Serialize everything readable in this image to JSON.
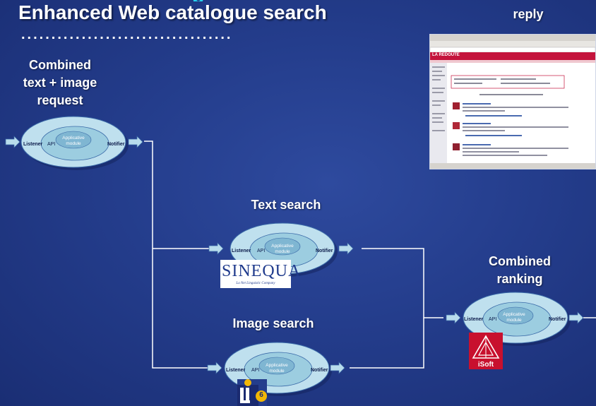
{
  "slide": {
    "title": "Enhanced Web catalogue search",
    "dots": "...................................",
    "reply_label": "reply"
  },
  "steps": {
    "request_line1": "Combined",
    "request_line2": "text + image",
    "request_line3": "request",
    "text_search": "Text search",
    "image_search": "Image search",
    "ranking_line1": "Combined",
    "ranking_line2": "ranking"
  },
  "node": {
    "listener": "Listener",
    "api": "API",
    "module_line1": "Applicative",
    "module_line2": "module",
    "notifier": "Notifier"
  },
  "logos": {
    "sinequa_name": "SINEQUA",
    "sinequa_tagline": "La Net Linguistic Company",
    "isoft_name": "iSoft",
    "lis_mark": "6"
  },
  "screenshot": {
    "site_name": "LA REDOUTE"
  },
  "colors": {
    "background": "#243d8c",
    "ellipse_outer": "#bfe0ee",
    "ellipse_inner": "#8ec6dc",
    "connector": "#ffffff",
    "arrow": "#b8dcec"
  }
}
